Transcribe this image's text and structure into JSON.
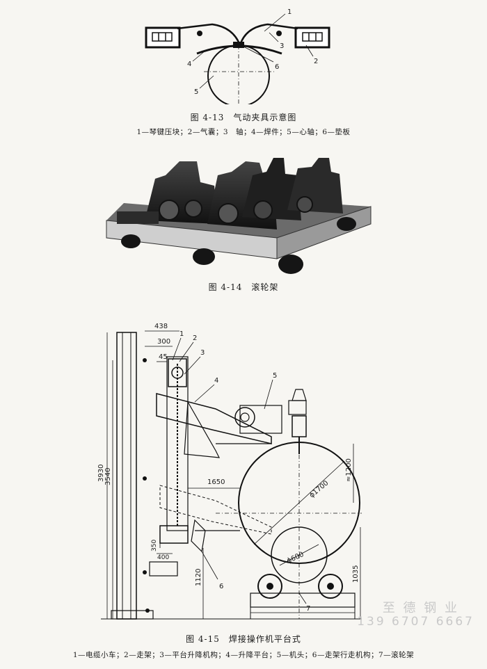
{
  "fig13": {
    "caption": "图 4-13　气动夹具示意图",
    "legend": "1—琴键压块；2—气囊；3　轴；4—焊件；5—心轴；6—垫板",
    "labels": [
      "1",
      "2",
      "3",
      "4",
      "5",
      "6"
    ]
  },
  "fig14": {
    "caption": "图 4-14　滚轮架"
  },
  "fig15": {
    "caption": "图 4-15　焊接操作机平台式",
    "legend": "1—电缆小车；2—走架；3—平台升降机构；4—升降平台；5—机头；6—走架行走机构；7—滚轮架",
    "labels": [
      "1",
      "2",
      "3",
      "4",
      "5",
      "6",
      "7"
    ],
    "dims": {
      "d438": "438",
      "d300": "300",
      "d45": "45",
      "d3930": "3930",
      "d3540": "3540",
      "d1650": "1650",
      "d1200": "≈1200",
      "phi1700": "ϕ1700",
      "phi600": "ϕ600",
      "d350": "350",
      "d400": "400",
      "d1120": "1120",
      "d1035": "1035"
    }
  },
  "watermark": {
    "line1": "至 德 钢 业",
    "line2": "139 6707 6667"
  }
}
